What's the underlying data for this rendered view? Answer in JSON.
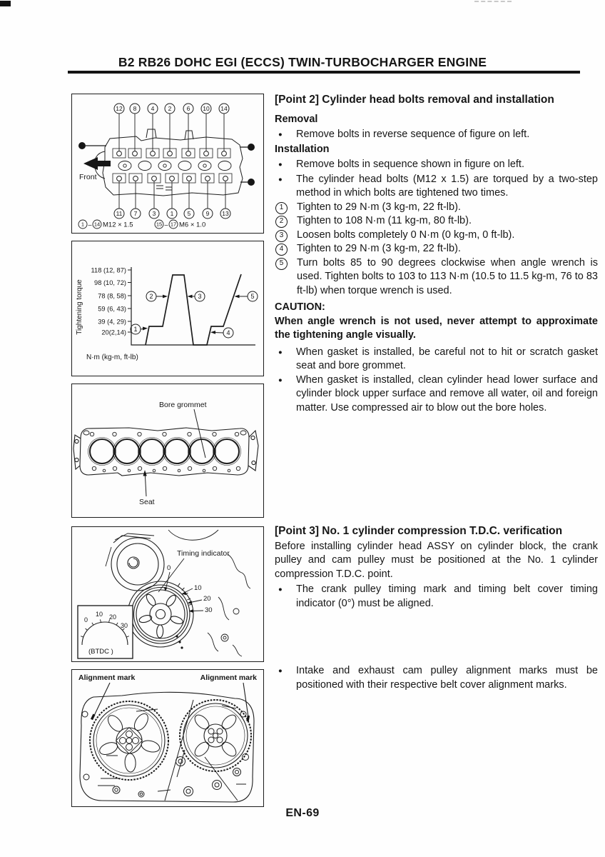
{
  "header": {
    "title": "B2 RB26 DOHC EGI (ECCS) TWIN-TURBOCHARGER ENGINE"
  },
  "footer": {
    "page_number": "EN-69"
  },
  "point2": {
    "heading": "[Point 2] Cylinder head bolts removal and installation",
    "removal_heading": "Removal",
    "removal_bullet": "Remove bolts in reverse sequence of figure on left.",
    "installation_heading": "Installation",
    "installation_bullets": [
      "Remove bolts in sequence shown in figure on left.",
      "The cylinder head bolts (M12 x 1.5) are torqued by a two-step method in which bolts are tightened two times."
    ],
    "steps": [
      {
        "num": "1",
        "text": "Tighten to 29 N·m (3 kg-m, 22 ft-lb)."
      },
      {
        "num": "2",
        "text": "Tighten to 108 N·m (11 kg-m, 80 ft-lb)."
      },
      {
        "num": "3",
        "text": "Loosen bolts completely 0 N·m (0 kg-m, 0 ft-lb)."
      },
      {
        "num": "4",
        "text": "Tighten to 29 N·m (3 kg-m, 22 ft-lb)."
      },
      {
        "num": "5",
        "text": "Turn bolts 85 to 90 degrees clockwise when angle wrench is used. Tighten bolts to 103 to 113 N·m (10.5 to 11.5 kg-m, 76 to 83 ft-lb) when torque wrench is used."
      }
    ],
    "caution_heading": "CAUTION:",
    "caution_bold": "When angle wrench is not used, never attempt to approximate the tightening angle visually.",
    "caution_bullets": [
      "When gasket is installed, be careful not to hit or scratch gasket seat and bore grommet.",
      "When gasket is installed, clean cylinder head lower surface and cylinder block upper surface and remove all water, oil and foreign matter. Use compressed air to blow out the bore holes."
    ]
  },
  "point3": {
    "heading": "[Point 3] No. 1 cylinder compression T.D.C. verification",
    "intro": "Before installing cylinder head ASSY on cylinder block, the crank pulley and cam pulley must be positioned at the No. 1 cylinder compression T.D.C. point.",
    "bullets": [
      "The crank pulley timing mark and timing belt cover timing indicator (0°) must be aligned.",
      "Intake and exhaust cam pulley alignment marks must be positioned with their respective belt cover alignment marks."
    ]
  },
  "figures": {
    "bolt_sequence": {
      "top_numbers": [
        "12",
        "8",
        "4",
        "2",
        "6",
        "10",
        "14"
      ],
      "bottom_numbers": [
        "11",
        "7",
        "3",
        "1",
        "5",
        "9",
        "13"
      ],
      "front_label": "Front",
      "caption": {
        "from1": "1",
        "to1": "14",
        "spec1": "M12 × 1.5",
        "from2": "15",
        "to2": "17",
        "spec2": "M6 × 1.0",
        "sep": "–"
      }
    },
    "torque_chart": {
      "ylabel": "Tightening torque",
      "unit_label": "N·m (kg-m, ft-lb)",
      "y_ticks": [
        "118 (12, 87)",
        "98 (10, 72)",
        "78 (8, 58)",
        "59 (6, 43)",
        "39 (4, 29)",
        "20(2,14)"
      ],
      "callouts": [
        "1",
        "2",
        "3",
        "4",
        "5"
      ]
    },
    "gasket": {
      "label_top": "Bore grommet",
      "label_bottom": "Seat"
    },
    "timing": {
      "label": "Timing indicator",
      "marks": [
        "0",
        "10",
        "20",
        "30"
      ],
      "inset_marks": [
        "0",
        "10",
        "20",
        "30"
      ],
      "inset_label": "(BTDC )"
    },
    "alignment": {
      "label_left": "Alignment mark",
      "label_right": "Alignment mark"
    }
  },
  "chart_data": {
    "type": "line",
    "title": "",
    "xlabel": "",
    "ylabel": "Tightening torque",
    "unit_note": "N·m (kg-m, ft-lb)",
    "y_tick_labels": [
      "118 (12, 87)",
      "98 (10, 72)",
      "78 (8, 58)",
      "59 (6, 43)",
      "39 (4, 29)",
      "20(2,14)"
    ],
    "y_tick_values": [
      118,
      98,
      78,
      59,
      39,
      20
    ],
    "ylim": [
      0,
      130
    ],
    "grid": false,
    "series": [
      {
        "name": "tightening-torque-profile",
        "x": [
          0,
          0.5,
          1.5,
          2.2,
          3.0,
          3.7,
          4.7,
          5.0,
          5.8,
          7.0
        ],
        "values": [
          0,
          29,
          29,
          108,
          108,
          0,
          0,
          29,
          29,
          118
        ]
      }
    ],
    "annotations": [
      {
        "label": "1",
        "torque_nm": 29
      },
      {
        "label": "2",
        "torque_nm": 108
      },
      {
        "label": "3",
        "torque_nm": 0
      },
      {
        "label": "4",
        "torque_nm": 29
      },
      {
        "label": "5",
        "torque_nm": "103-113"
      }
    ]
  }
}
